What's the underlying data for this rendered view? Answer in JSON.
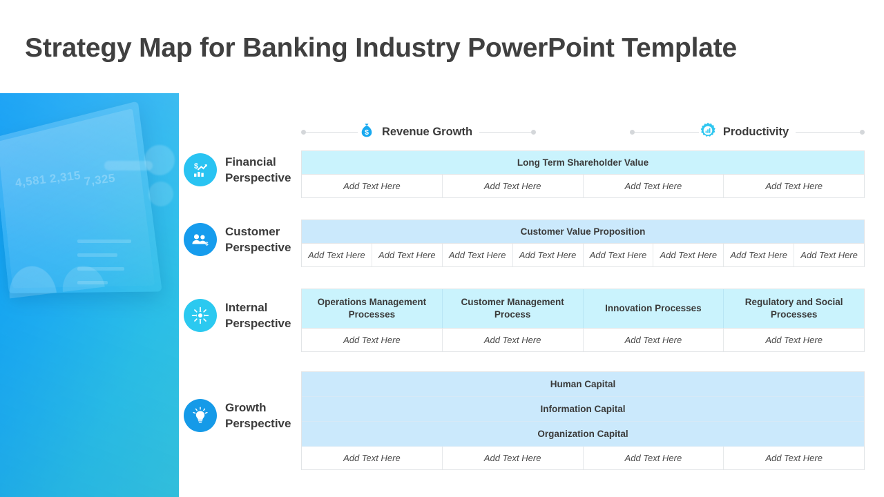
{
  "title": "Strategy Map for Banking Industry PowerPoint Template",
  "image_panel": {
    "name": "banking-dashboard-photo",
    "overlay_stats": [
      "4,581",
      "2,315",
      "7,325"
    ]
  },
  "header_connectors": [
    {
      "label": "Revenue Growth",
      "icon": "money-bag-icon"
    },
    {
      "label": "Productivity",
      "icon": "gear-chart-icon"
    }
  ],
  "perspectives": [
    {
      "label": "Financial\nPerspective",
      "icon": "growth-chart-dollar-icon",
      "color": "#29c3f2"
    },
    {
      "label": "Customer\nPerspective",
      "icon": "people-group-icon",
      "color": "#169ced"
    },
    {
      "label": "Internal\nPerspective",
      "icon": "burst-arrows-icon",
      "color": "#2bc9f0"
    },
    {
      "label": "Growth\nPerspective",
      "icon": "lightbulb-icon",
      "color": "#159ae8"
    }
  ],
  "placeholder": "Add Text Here",
  "blocks": {
    "financial": {
      "band": "Long Term Shareholder Value",
      "cells": [
        "Add Text Here",
        "Add Text Here",
        "Add Text Here",
        "Add Text Here"
      ]
    },
    "customer": {
      "band": "Customer Value Proposition",
      "cells": [
        "Add Text Here",
        "Add Text Here",
        "Add Text Here",
        "Add Text Here",
        "Add Text Here",
        "Add Text Here",
        "Add Text Here",
        "Add Text Here"
      ]
    },
    "internal": {
      "headers": [
        "Operations Management Processes",
        "Customer Management Process",
        "Innovation Processes",
        "Regulatory and Social Processes"
      ],
      "cells": [
        "Add Text Here",
        "Add Text Here",
        "Add Text Here",
        "Add Text Here"
      ]
    },
    "growth": {
      "bands": [
        "Human Capital",
        "Information Capital",
        "Organization Capital"
      ],
      "cells": [
        "Add Text Here",
        "Add Text Here",
        "Add Text Here",
        "Add Text Here"
      ]
    }
  },
  "colors": {
    "band_cyan": "#caf3fd",
    "band_blue": "#cbe9fc",
    "accent_cyan": "#29c3f2",
    "accent_blue": "#169ced",
    "title_text": "#404040"
  }
}
